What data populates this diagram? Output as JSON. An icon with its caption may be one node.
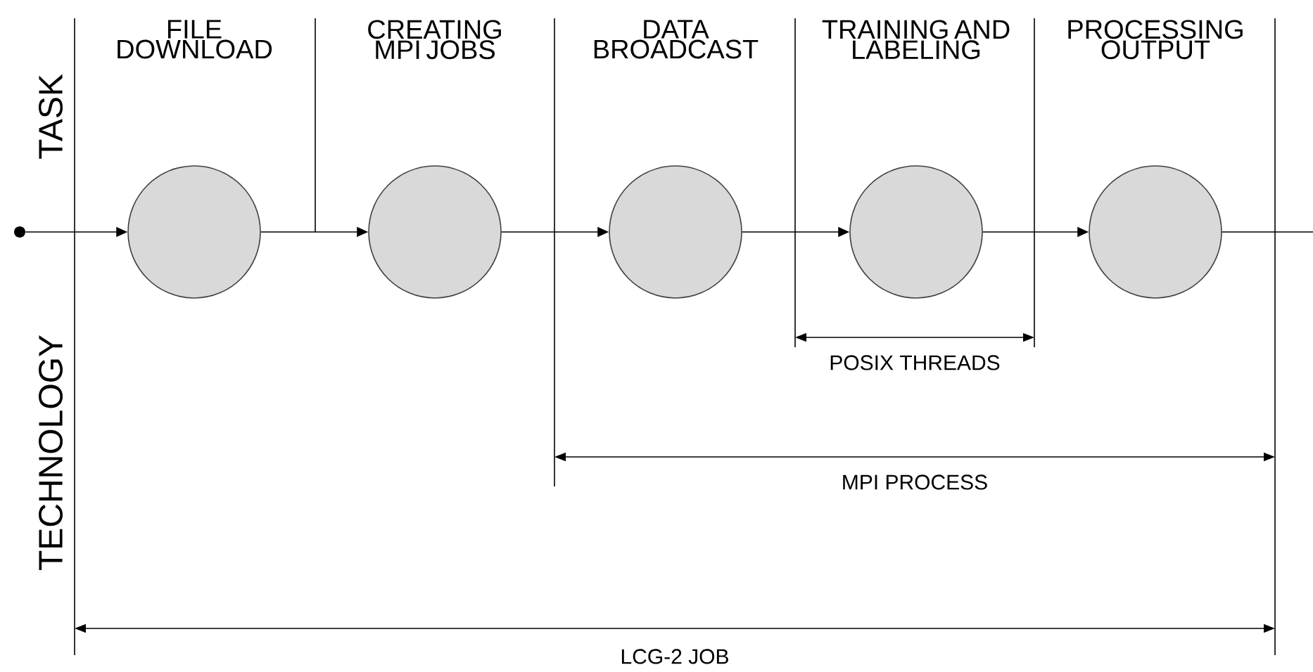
{
  "diagram": {
    "nodes": [
      {
        "text": [],
        "shape": "dot"
      },
      {
        "text": [],
        "shape": "circle",
        "beside": [
          "FILE DOWNLOAD"
        ]
      },
      {
        "text": [],
        "shape": "circle",
        "beside": [
          "CREATING MPI JOBS"
        ]
      },
      {
        "text": [],
        "shape": "circle",
        "beside": [
          "DATA BROADCAST"
        ]
      },
      {
        "text": [],
        "shape": "circle",
        "beside": [
          "TRAINING AND LABELING"
        ]
      },
      {
        "text": [],
        "shape": "circle",
        "beside": [
          "PROCESSING OUTPUT"
        ]
      }
    ],
    "edges": [
      {
        "from": 0,
        "to": 1,
        "arrow": "to"
      },
      {
        "from": 1,
        "to": 2,
        "arrow": "to"
      },
      {
        "from": 2,
        "to": 3,
        "arrow": "to"
      },
      {
        "from": 3,
        "to": 4,
        "arrow": "to"
      },
      {
        "from": 4,
        "to": 5,
        "arrow": "to"
      },
      {
        "from": 5,
        "to": null,
        "arrow": "none"
      }
    ],
    "labels": [
      "TASK",
      "TECHNOLOGY",
      "POSIX THREADS",
      "MPI PROCESS",
      "LCG-2 JOB"
    ]
  }
}
